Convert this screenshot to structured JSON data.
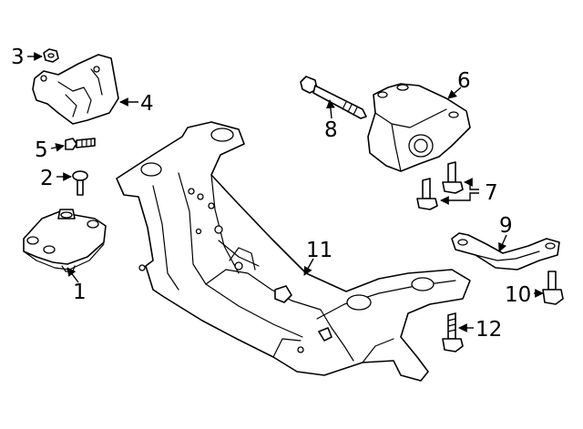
{
  "colors": {
    "line": "#000000",
    "background": "#ffffff"
  },
  "callouts": {
    "c1": "1",
    "c2": "2",
    "c3": "3",
    "c4": "4",
    "c5": "5",
    "c6": "6",
    "c7": "7",
    "c8": "8",
    "c9": "9",
    "c10": "10",
    "c11": "11",
    "c12": "12"
  }
}
